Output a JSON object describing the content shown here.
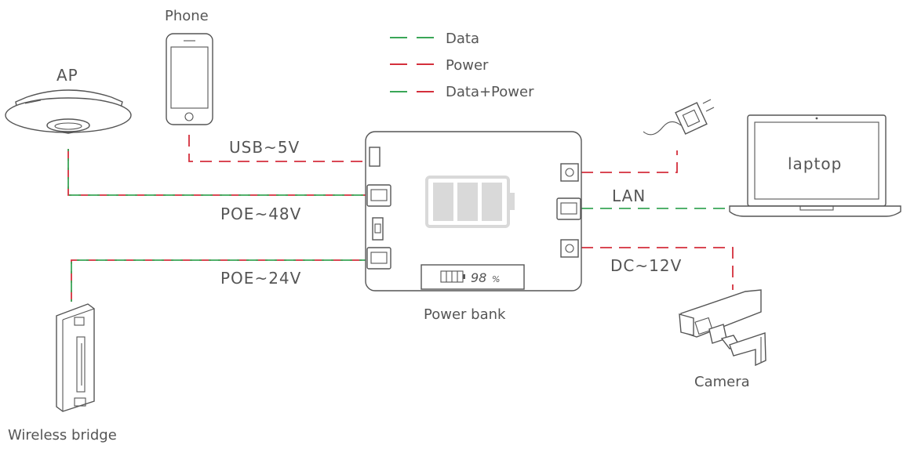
{
  "legend": {
    "data": "Data",
    "power": "Power",
    "data_power": "Data+Power"
  },
  "devices": {
    "phone": "Phone",
    "ap": "AP",
    "laptop": "laptop",
    "wireless_bridge": "Wireless bridge",
    "power_bank": "Power bank",
    "camera": "Camera"
  },
  "links": {
    "usb": "USB~5V",
    "poe48": "POE~48V",
    "poe24": "POE~24V",
    "lan": "LAN",
    "dc12": "DC~12V"
  },
  "display": {
    "percent": "98",
    "unit": "%"
  },
  "colors": {
    "data": "#3aa657",
    "power": "#d42f3c",
    "outline": "#555555",
    "battery": "#d9d9d9"
  }
}
